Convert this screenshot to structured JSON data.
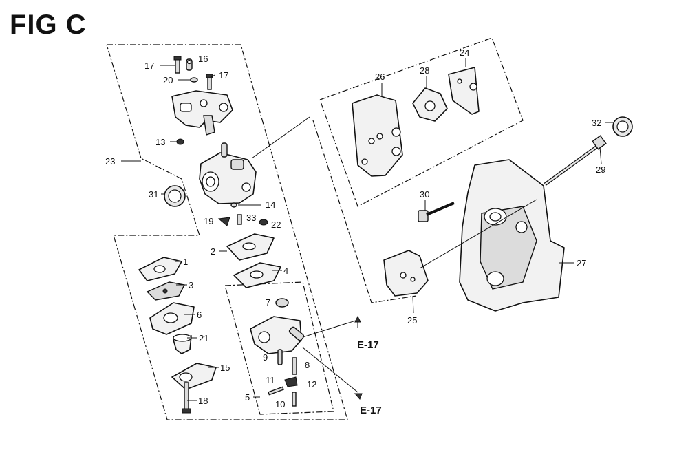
{
  "figure": {
    "title": "FIG C"
  },
  "callouts": [
    {
      "id": "l1",
      "text": "1"
    },
    {
      "id": "l2",
      "text": "2"
    },
    {
      "id": "l3",
      "text": "3"
    },
    {
      "id": "l4",
      "text": "4"
    },
    {
      "id": "l5",
      "text": "5"
    },
    {
      "id": "l6",
      "text": "6"
    },
    {
      "id": "l7",
      "text": "7"
    },
    {
      "id": "l8",
      "text": "8"
    },
    {
      "id": "l9",
      "text": "9"
    },
    {
      "id": "l10",
      "text": "10"
    },
    {
      "id": "l11",
      "text": "11"
    },
    {
      "id": "l12",
      "text": "12"
    },
    {
      "id": "l13",
      "text": "13"
    },
    {
      "id": "l14",
      "text": "14"
    },
    {
      "id": "l15",
      "text": "15"
    },
    {
      "id": "l16",
      "text": "16"
    },
    {
      "id": "l17a",
      "text": "17"
    },
    {
      "id": "l17b",
      "text": "17"
    },
    {
      "id": "l18",
      "text": "18"
    },
    {
      "id": "l19",
      "text": "19"
    },
    {
      "id": "l20",
      "text": "20"
    },
    {
      "id": "l21",
      "text": "21"
    },
    {
      "id": "l22",
      "text": "22"
    },
    {
      "id": "l23",
      "text": "23"
    },
    {
      "id": "l24",
      "text": "24"
    },
    {
      "id": "l25",
      "text": "25"
    },
    {
      "id": "l26",
      "text": "26"
    },
    {
      "id": "l27",
      "text": "27"
    },
    {
      "id": "l28",
      "text": "28"
    },
    {
      "id": "l29",
      "text": "29"
    },
    {
      "id": "l30",
      "text": "30"
    },
    {
      "id": "l31",
      "text": "31"
    },
    {
      "id": "l32",
      "text": "32"
    },
    {
      "id": "l33",
      "text": "33"
    }
  ],
  "references": [
    {
      "id": "e17a",
      "text": "E-17"
    },
    {
      "id": "e17b",
      "text": "E-17"
    }
  ]
}
